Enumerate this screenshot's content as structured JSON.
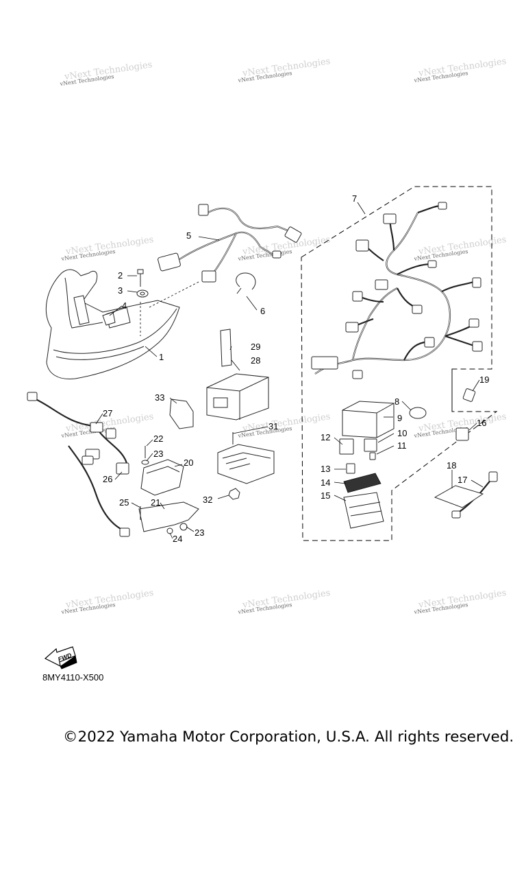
{
  "watermark": "vNext Technologies",
  "diagram_code": "8MY4110-X500",
  "copyright": "©2022 Yamaha Motor Corporation, U.S.A. All rights reserved.",
  "fwd_label": "FWD",
  "callouts": {
    "c1": "1",
    "c2": "2",
    "c3": "3",
    "c4": "4",
    "c5": "5",
    "c6": "6",
    "c7": "7",
    "c8": "8",
    "c9": "9",
    "c10": "10",
    "c11": "11",
    "c12": "12",
    "c13": "13",
    "c14": "14",
    "c15": "15",
    "c16": "16",
    "c17": "17",
    "c18": "18",
    "c19": "19",
    "c20": "20",
    "c21": "21",
    "c22": "22",
    "c23a": "23",
    "c23b": "23",
    "c24": "24",
    "c25": "25",
    "c26": "26",
    "c27": "27",
    "c28": "28",
    "c29": "29",
    "c31": "31",
    "c32": "32",
    "c33": "33"
  }
}
